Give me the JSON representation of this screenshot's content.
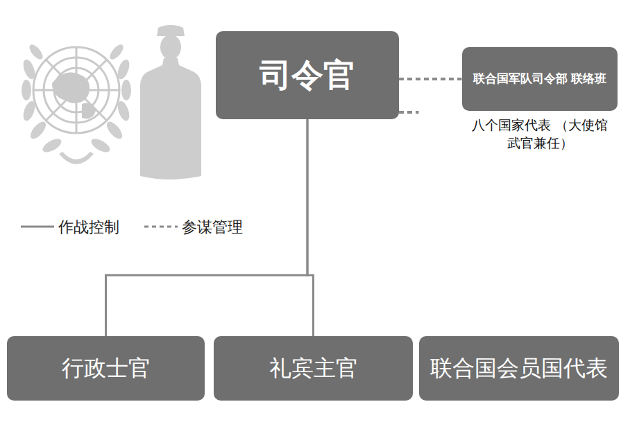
{
  "diagram": {
    "nodes": [
      {
        "text": [
          "司令官"
        ]
      },
      {
        "text": [
          "联合国军队司令部 联络班",
          "八个国家代表 （大使馆武官兼任）"
        ]
      },
      {
        "text": [
          "行政士官"
        ]
      },
      {
        "text": [
          "礼宾主官"
        ]
      },
      {
        "text": [
          "联合国会员国代表"
        ]
      }
    ],
    "edges": [
      {
        "from": 0,
        "to": 1,
        "arrow": "none"
      },
      {
        "from": 0,
        "to": 2,
        "arrow": "none"
      },
      {
        "from": 0,
        "to": 3,
        "arrow": "none"
      },
      {
        "from": 0,
        "to": 4,
        "arrow": "none"
      }
    ],
    "legend": [
      {
        "text": "作战控制"
      },
      {
        "text": "参谋管理"
      }
    ]
  }
}
